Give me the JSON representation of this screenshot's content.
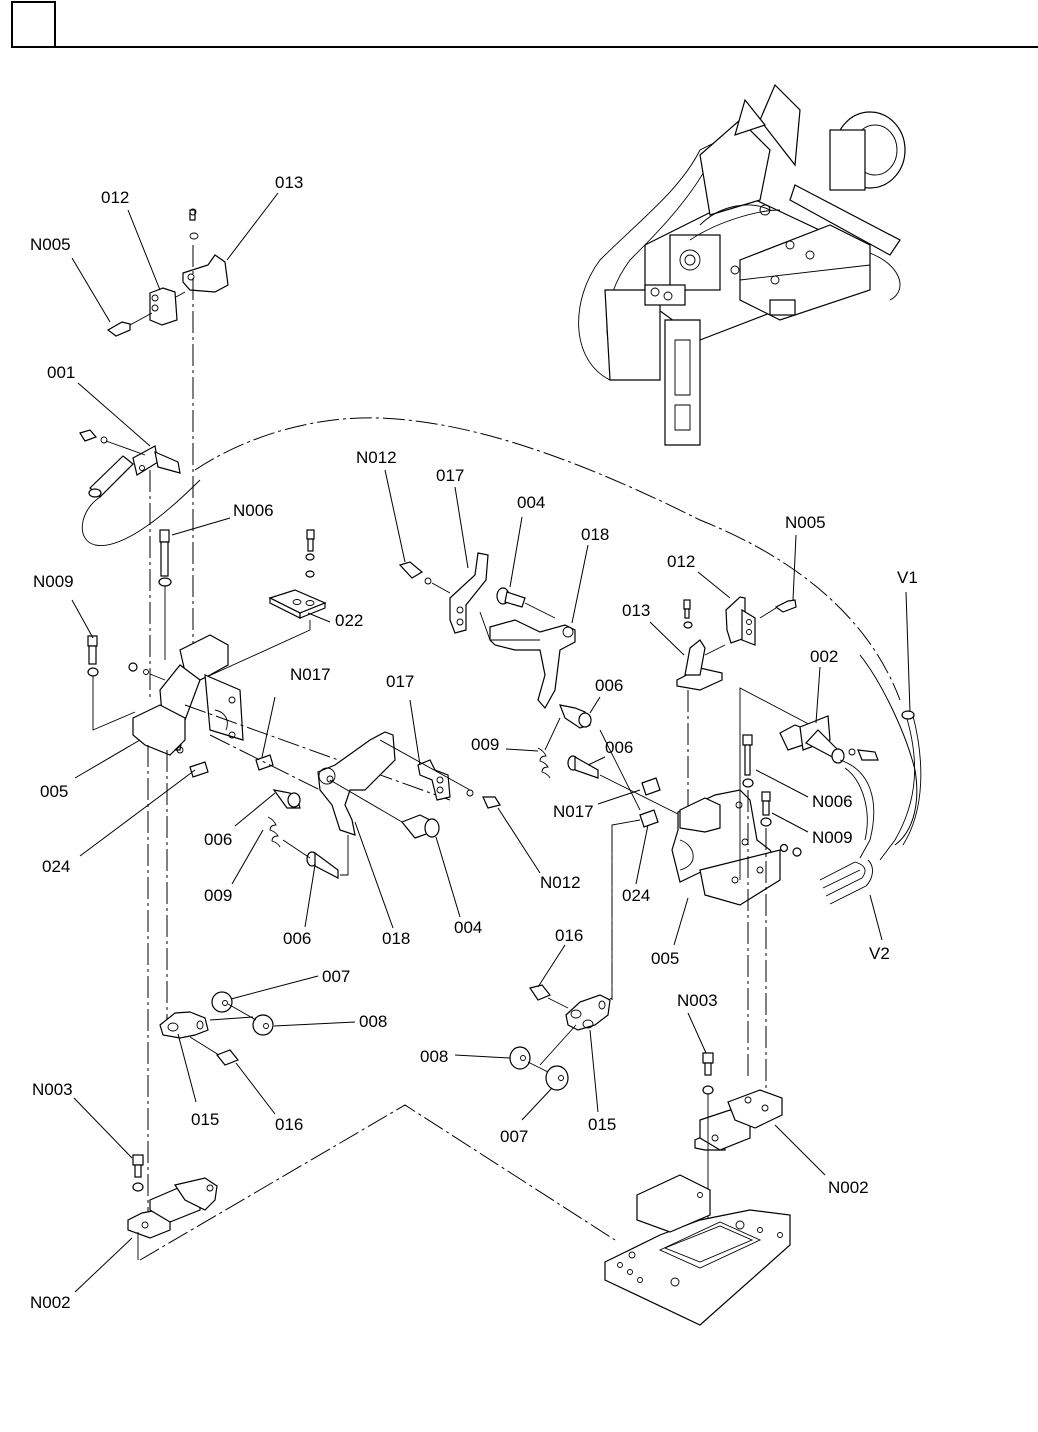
{
  "header": {
    "box_label": "",
    "title": ""
  },
  "diagram": {
    "type": "exploded-parts-view",
    "colors": {
      "line": "#000000",
      "background": "#ffffff"
    },
    "labels": [
      {
        "id": "n005-top",
        "text": "N005"
      },
      {
        "id": "012-top",
        "text": "012"
      },
      {
        "id": "013-top",
        "text": "013"
      },
      {
        "id": "001",
        "text": "001"
      },
      {
        "id": "n006-left",
        "text": "N006"
      },
      {
        "id": "n009-left",
        "text": "N009"
      },
      {
        "id": "022",
        "text": "022"
      },
      {
        "id": "n012-top",
        "text": "N012"
      },
      {
        "id": "017-top",
        "text": "017"
      },
      {
        "id": "004-top",
        "text": "004"
      },
      {
        "id": "018-top",
        "text": "018"
      },
      {
        "id": "n005-right",
        "text": "N005"
      },
      {
        "id": "012-right",
        "text": "012"
      },
      {
        "id": "013-right",
        "text": "013"
      },
      {
        "id": "v1",
        "text": "V1"
      },
      {
        "id": "002",
        "text": "002"
      },
      {
        "id": "006-right-upper",
        "text": "006"
      },
      {
        "id": "009-right",
        "text": "009"
      },
      {
        "id": "006-right-lower",
        "text": "006"
      },
      {
        "id": "n017-left",
        "text": "N017"
      },
      {
        "id": "017-mid",
        "text": "017"
      },
      {
        "id": "005-left",
        "text": "005"
      },
      {
        "id": "024-left",
        "text": "024"
      },
      {
        "id": "006-left-upper",
        "text": "006"
      },
      {
        "id": "009-left",
        "text": "009"
      },
      {
        "id": "006-left-lower",
        "text": "006"
      },
      {
        "id": "018-mid",
        "text": "018"
      },
      {
        "id": "004-mid",
        "text": "004"
      },
      {
        "id": "n012-mid",
        "text": "N012"
      },
      {
        "id": "n017-right",
        "text": "N017"
      },
      {
        "id": "024-right",
        "text": "024"
      },
      {
        "id": "n006-right",
        "text": "N006"
      },
      {
        "id": "n009-right",
        "text": "N009"
      },
      {
        "id": "005-right",
        "text": "005"
      },
      {
        "id": "v2",
        "text": "V2"
      },
      {
        "id": "007-left",
        "text": "007"
      },
      {
        "id": "008-left",
        "text": "008"
      },
      {
        "id": "015-left",
        "text": "015"
      },
      {
        "id": "016-left",
        "text": "016"
      },
      {
        "id": "016-right",
        "text": "016"
      },
      {
        "id": "008-right",
        "text": "008"
      },
      {
        "id": "007-right",
        "text": "007"
      },
      {
        "id": "015-right",
        "text": "015"
      },
      {
        "id": "n003-right",
        "text": "N003"
      },
      {
        "id": "n002-right",
        "text": "N002"
      },
      {
        "id": "n003-left",
        "text": "N003"
      },
      {
        "id": "n002-left",
        "text": "N002"
      }
    ]
  }
}
